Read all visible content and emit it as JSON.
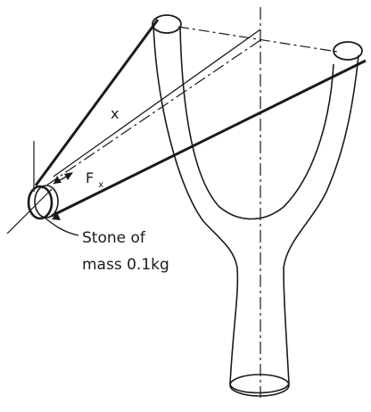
{
  "labels": {
    "x": "x",
    "force_main": "F",
    "force_sub": "x",
    "stone_line1": "Stone of",
    "stone_line2": "mass 0.1kg"
  },
  "colors": {
    "ink": "#1a1a1a",
    "background": "#ffffff"
  }
}
